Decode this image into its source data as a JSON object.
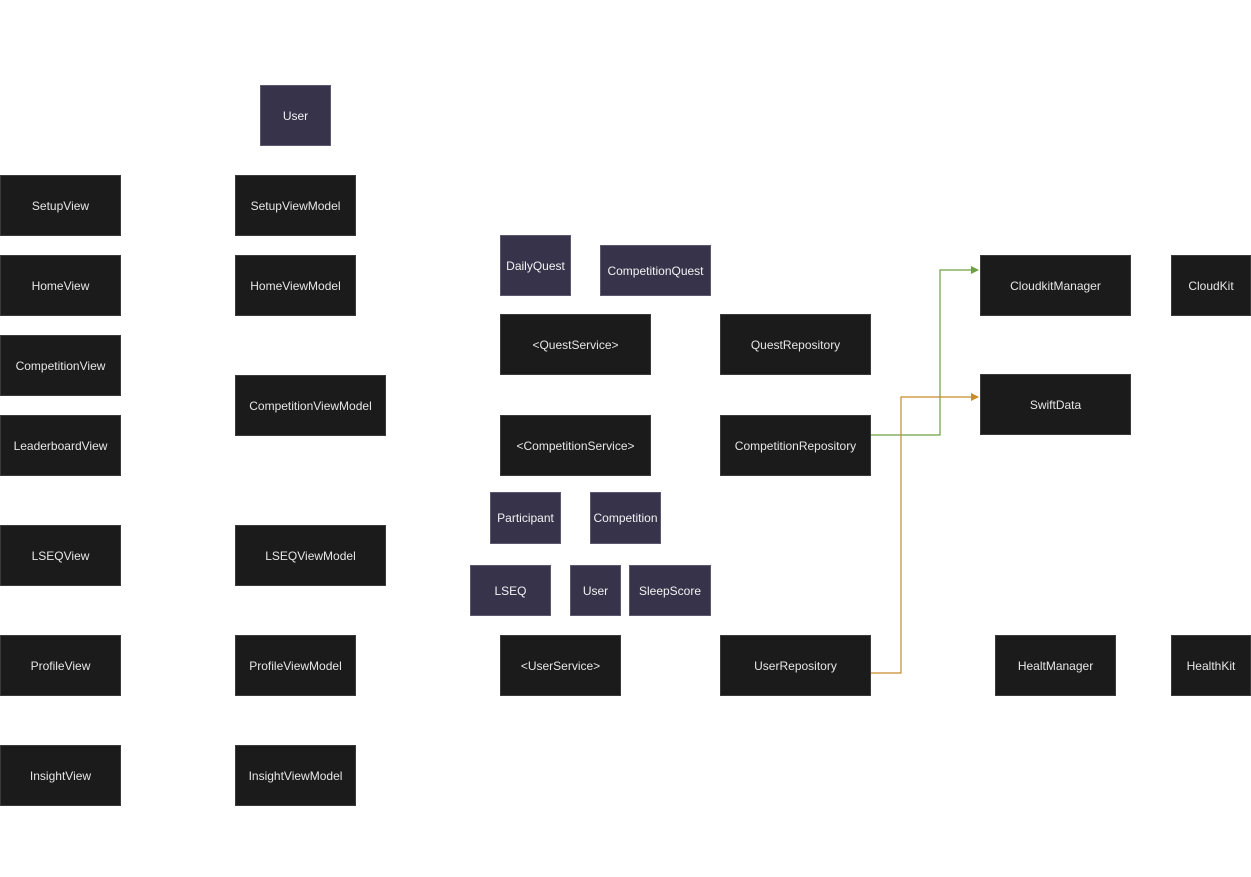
{
  "colors": {
    "background": "#ffffff",
    "dark_box": "#1b1b1b",
    "model_box": "#37334a",
    "green_arrow": "#6da044",
    "orange_arrow": "#c88a2a"
  },
  "nodes": {
    "user_top": "User",
    "setup_view": "SetupView",
    "setup_view_model": "SetupViewModel",
    "home_view": "HomeView",
    "home_view_model": "HomeViewModel",
    "competition_view": "CompetitionView",
    "competition_view_model": "CompetitionViewModel",
    "leaderboard_view": "LeaderboardView",
    "lseq_view": "LSEQView",
    "lseq_view_model": "LSEQViewModel",
    "profile_view": "ProfileView",
    "profile_view_model": "ProfileViewModel",
    "insight_view": "InsightView",
    "insight_view_model": "InsightViewModel",
    "daily_quest": "DailyQuest",
    "competition_quest": "CompetitionQuest",
    "quest_service": "<QuestService>",
    "quest_repository": "QuestRepository",
    "competition_service": "<CompetitionService>",
    "competition_repository": "CompetitionRepository",
    "participant": "Participant",
    "competition": "Competition",
    "lseq": "LSEQ",
    "user_mid": "User",
    "sleep_score": "SleepScore",
    "user_service": "<UserService>",
    "user_repository": "UserRepository",
    "cloudkit_manager": "CloudkitManager",
    "cloudkit": "CloudKit",
    "swift_data": "SwiftData",
    "healt_manager": "HealtManager",
    "healthkit": "HealthKit"
  }
}
